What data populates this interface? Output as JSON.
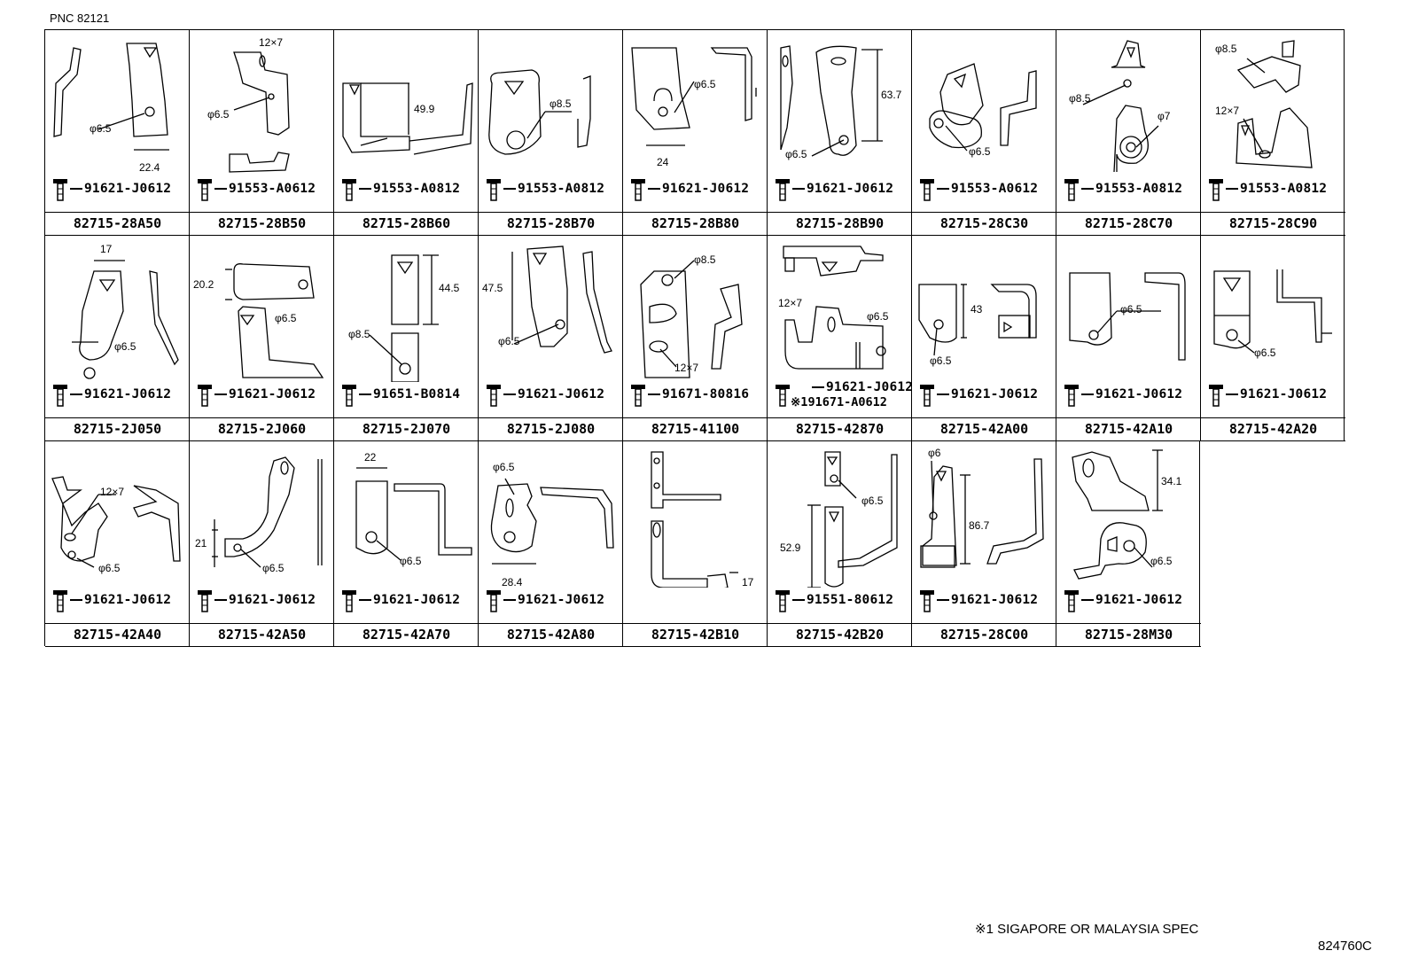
{
  "pnc": "PNC 82121",
  "rows": [
    {
      "cells": [
        {
          "part": "82715-28A50",
          "bolt": "91621-J0612",
          "dims": [
            "φ6.5",
            "22.4"
          ]
        },
        {
          "part": "82715-28B50",
          "bolt": "91553-A0612",
          "dims": [
            "12×7",
            "φ6.5"
          ]
        },
        {
          "part": "82715-28B60",
          "bolt": "91553-A0812",
          "dims": [
            "49.9"
          ]
        },
        {
          "part": "82715-28B70",
          "bolt": "91553-A0812",
          "dims": [
            "φ8.5"
          ]
        },
        {
          "part": "82715-28B80",
          "bolt": "91621-J0612",
          "dims": [
            "φ6.5",
            "24"
          ]
        },
        {
          "part": "82715-28B90",
          "bolt": "91621-J0612",
          "dims": [
            "63.7",
            "φ6.5"
          ]
        },
        {
          "part": "82715-28C30",
          "bolt": "91553-A0612",
          "dims": [
            "φ6.5"
          ]
        },
        {
          "part": "82715-28C70",
          "bolt": "91553-A0812",
          "dims": [
            "φ8.5",
            "φ7"
          ]
        },
        {
          "part": "82715-28C90",
          "bolt": "91553-A0812",
          "dims": [
            "φ8.5",
            "12×7"
          ]
        }
      ]
    },
    {
      "cells": [
        {
          "part": "82715-2J050",
          "bolt": "91621-J0612",
          "dims": [
            "17",
            "φ6.5"
          ]
        },
        {
          "part": "82715-2J060",
          "bolt": "91621-J0612",
          "dims": [
            "20.2",
            "φ6.5"
          ]
        },
        {
          "part": "82715-2J070",
          "bolt": "91651-B0814",
          "dims": [
            "44.5",
            "φ8.5"
          ]
        },
        {
          "part": "82715-2J080",
          "bolt": "91621-J0612",
          "dims": [
            "47.5",
            "φ6.5"
          ]
        },
        {
          "part": "82715-41100",
          "bolt": "91671-80816",
          "dims": [
            "φ8.5",
            "12×7"
          ]
        },
        {
          "part": "82715-42870",
          "bolt": "91621-J0612",
          "bolt_alt": "※191671-A0612",
          "dims": [
            "12×7",
            "φ6.5"
          ]
        },
        {
          "part": "82715-42A00",
          "bolt": "91621-J0612",
          "dims": [
            "43",
            "φ6.5"
          ]
        },
        {
          "part": "82715-42A10",
          "bolt": "91621-J0612",
          "dims": [
            "φ6.5"
          ]
        },
        {
          "part": "82715-42A20",
          "bolt": "91621-J0612",
          "dims": [
            "φ6.5"
          ]
        }
      ]
    },
    {
      "cells": [
        {
          "part": "82715-42A40",
          "bolt": "91621-J0612",
          "dims": [
            "12×7",
            "φ6.5"
          ]
        },
        {
          "part": "82715-42A50",
          "bolt": "91621-J0612",
          "dims": [
            "21",
            "φ6.5"
          ]
        },
        {
          "part": "82715-42A70",
          "bolt": "91621-J0612",
          "dims": [
            "22",
            "φ6.5"
          ]
        },
        {
          "part": "82715-42A80",
          "bolt": "91621-J0612",
          "dims": [
            "φ6.5",
            "28.4"
          ]
        },
        {
          "part": "82715-42B10",
          "bolt": "",
          "dims": [
            "17"
          ]
        },
        {
          "part": "82715-42B20",
          "bolt": "91551-80612",
          "dims": [
            "φ6.5",
            "52.9"
          ]
        },
        {
          "part": "82715-28C00",
          "bolt": "91621-J0612",
          "dims": [
            "φ6",
            "86.7"
          ]
        },
        {
          "part": "82715-28M30",
          "bolt": "91621-J0612",
          "dims": [
            "34.1",
            "φ6.5"
          ]
        }
      ]
    }
  ],
  "footnote": "※1 SIGAPORE OR MALAYSIA SPEC",
  "figure_number": "824760C"
}
